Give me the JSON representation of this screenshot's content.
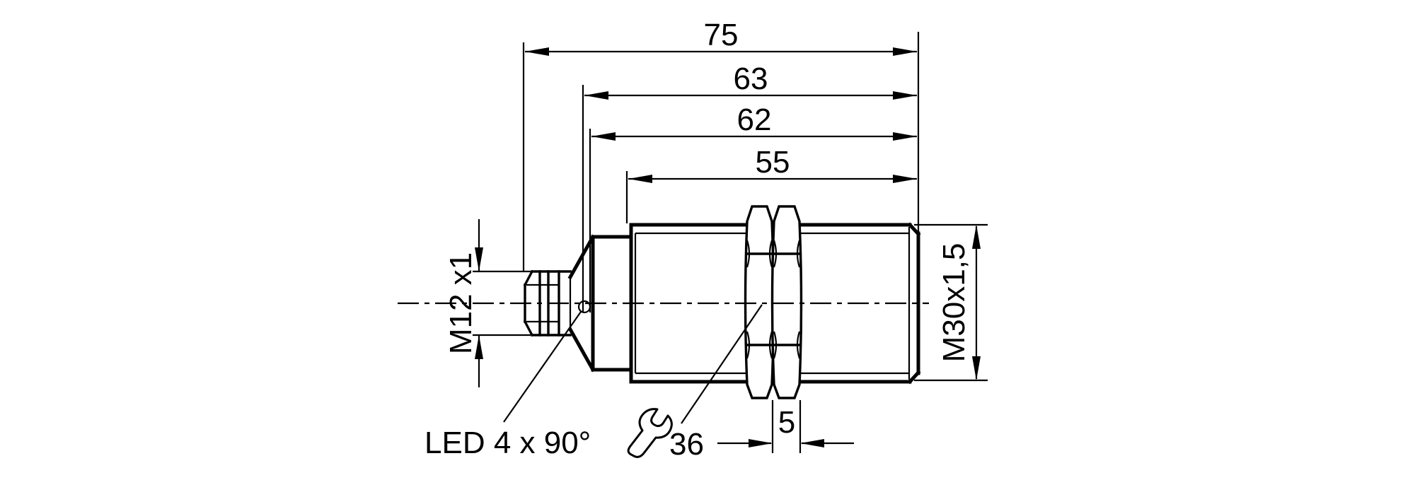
{
  "colors": {
    "line": "#000000",
    "background": "#ffffff"
  },
  "dimensions": {
    "overall_length": "75",
    "length_to_cone": "63",
    "length_to_housing_back": "62",
    "thread_length": "55",
    "nut_width": "5",
    "connector_thread": "M12 x1",
    "body_thread": "M30x1,5",
    "wrench_size": "36"
  },
  "annotations": {
    "led_note": "LED 4 x 90°"
  }
}
